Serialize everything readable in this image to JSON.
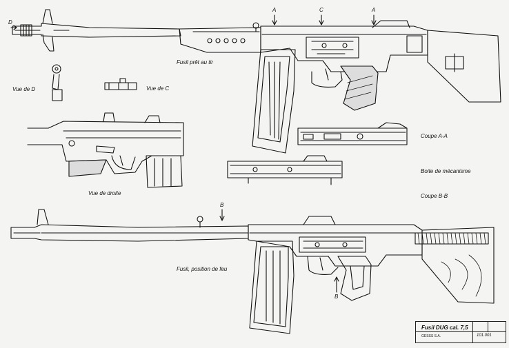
{
  "sheet": {
    "mark_d": "D",
    "mark_a_left": "A",
    "mark_c": "C",
    "mark_a_right": "A",
    "mark_b_top": "B",
    "mark_b_bottom": "B",
    "label_fusil_pret": "Fusil prêt au tir",
    "label_vue_d": "Vue de D",
    "label_vue_c": "Vue de C",
    "label_vue_droite": "Vue de droite",
    "label_coupe_aa": "Coupe A-A",
    "label_boite": "Boite de mécanisme",
    "label_coupe_bb": "Coupe B-B",
    "label_fusil_feu": "Fusil, position de feu",
    "title": "Fusil DUG cal. 7,5",
    "title_sub": "GESSS S.A.",
    "drawing_no": "101.001"
  },
  "colors": {
    "ink": "#111111",
    "paper": "#f4f4f2"
  }
}
